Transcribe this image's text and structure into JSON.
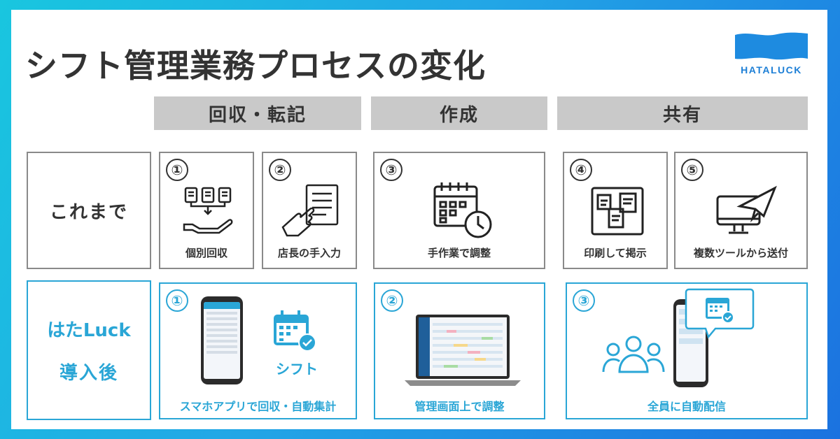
{
  "title": "シフト管理業務プロセスの変化",
  "logo": {
    "text": "HATALUCK",
    "color": "#1d7fd6"
  },
  "categories": [
    "回収・転記",
    "作成",
    "共有"
  ],
  "rows": {
    "before": "これまで",
    "after_brand": "はたLuck",
    "after_suffix": "導入後"
  },
  "before_steps": [
    {
      "num": "①",
      "label": "個別回収",
      "icon": "hand-documents-icon"
    },
    {
      "num": "②",
      "label": "店長の手入力",
      "icon": "hand-writing-icon"
    },
    {
      "num": "③",
      "label": "手作業で調整",
      "icon": "calendar-clock-icon"
    },
    {
      "num": "④",
      "label": "印刷して掲示",
      "icon": "bulletin-board-icon"
    },
    {
      "num": "⑤",
      "label": "複数ツールから送付",
      "icon": "monitor-paper-plane-icon"
    }
  ],
  "after_steps": [
    {
      "num": "①",
      "label": "スマホアプリで回収・自動集計",
      "sub": "シフト",
      "icon": "calendar-check-icon"
    },
    {
      "num": "②",
      "label": "管理画面上で調整",
      "icon": "laptop-icon"
    },
    {
      "num": "③",
      "label": "全員に自動配信",
      "icon": "people-icon"
    }
  ],
  "colors": {
    "accent": "#2aa6d6",
    "category_bg": "#c9c9c9",
    "text": "#333333"
  }
}
